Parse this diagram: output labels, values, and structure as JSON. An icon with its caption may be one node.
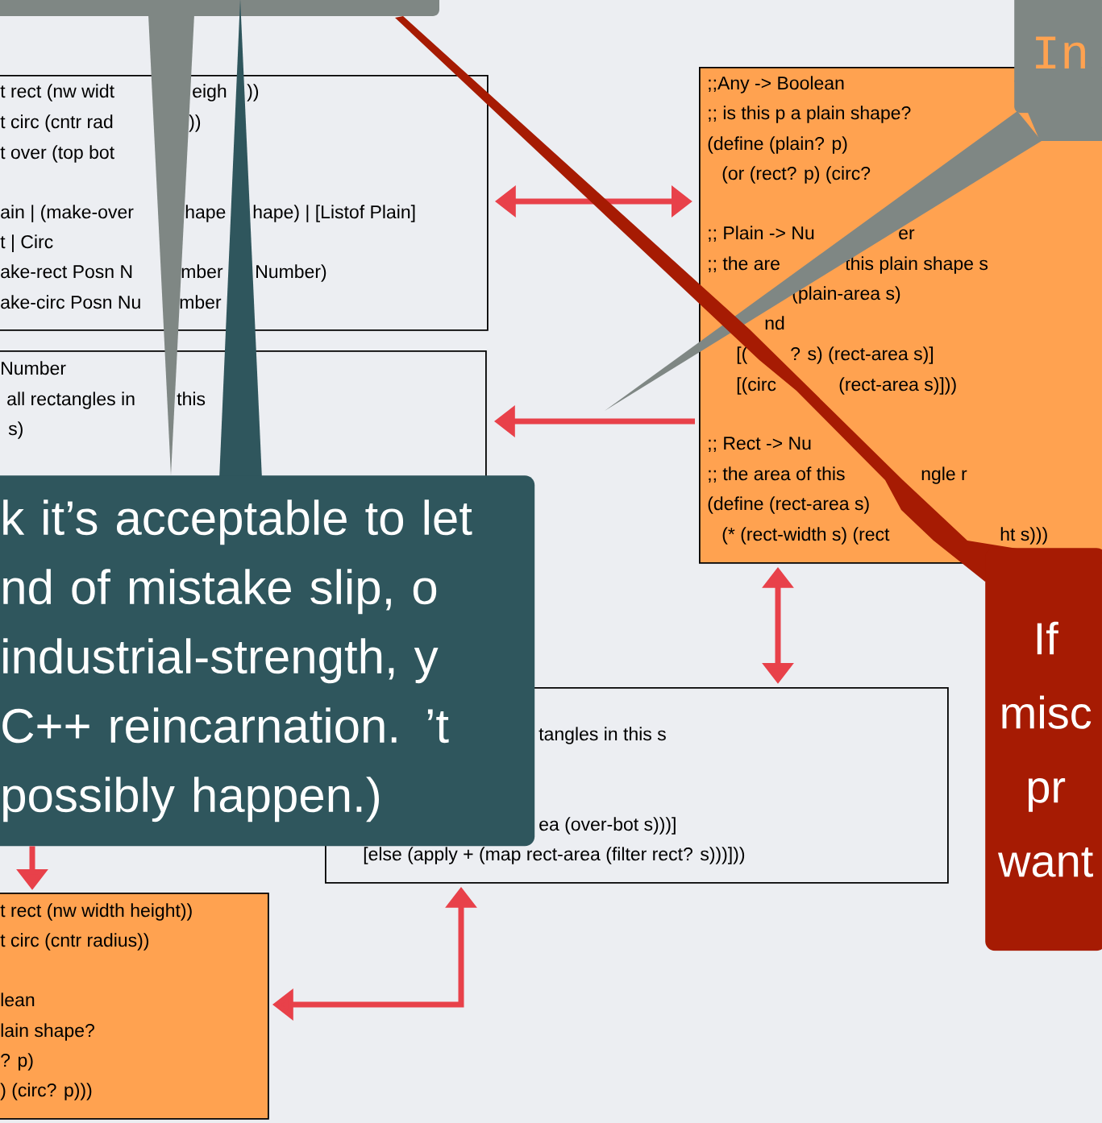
{
  "diagram": {
    "nodes": [
      {
        "text": [
          "t rect (nw widt",
          "eigh",
          "))",
          "t circ (cntr rad",
          "))",
          "t over (top bot",
          "ain | (make-over",
          "hape",
          "hape) | [Listof Plain]",
          "t | Circ",
          "ake-rect Posn N",
          "mber",
          "Number)",
          "ake-circ Posn Nu",
          "mber"
        ]
      },
      {
        "text": [
          "In"
        ]
      },
      {
        "text": [
          ";;Any -> Boolean",
          ";; is this p a plain shape?",
          "(define (plain? p)",
          "(or (rect? p) (circ?",
          ";; Plain -> Nu",
          "er",
          ";; the are",
          "this plain shape s",
          "(plain-area s)",
          "nd",
          "[(",
          "? s) (rect-area s)]",
          "[(circ",
          "(rect-area s)]))",
          ";; Rect -> Nu",
          ";; the area of this",
          "ngle r",
          "(define (rect-area s)",
          "(* (rect-width s) (rect",
          "ht s)))"
        ]
      },
      {
        "text": [
          "Number",
          "all rectangles in",
          "this",
          "s)"
        ]
      },
      {
        "text": [
          "k it’s acceptable to let nd of mistake slip, o industrial-strength, y C++ reincarnation. ’t possibly happen.)"
        ]
      },
      {
        "text": [
          "tangles in this s",
          "ea (over-bot s)))]",
          "[else (apply + (map rect-area (filter rect? s)))]))"
        ]
      },
      {
        "text": [
          "If misc pr want"
        ]
      },
      {
        "text": [
          "t rect (nw width height))",
          "t circ (cntr radius))",
          "lean",
          "lain shape?",
          "? p)",
          ") (circ? p)))"
        ]
      }
    ],
    "edges": [
      {
        "from": 0,
        "to": 2,
        "arrow": "both"
      },
      {
        "from": 2,
        "to": 3,
        "arrow": "to"
      },
      {
        "from": 2,
        "to": 5,
        "arrow": "both"
      },
      {
        "from": 5,
        "to": 7,
        "arrow": "both"
      },
      {
        "from": 4,
        "to": 7,
        "arrow": "to"
      }
    ]
  }
}
